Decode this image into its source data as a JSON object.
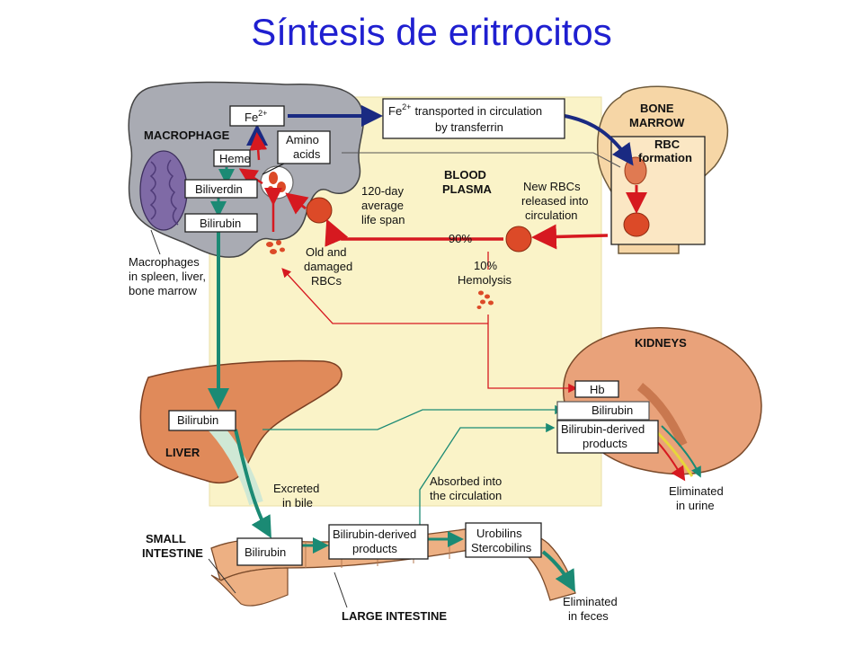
{
  "title": "Síntesis de eritrocitos",
  "labels": {
    "macrophage": "MACROPHAGE",
    "fe": "Fe",
    "fe_sup": "2+",
    "amino_1": "Amino",
    "amino_2": "acids",
    "heme": "Heme",
    "biliverdin": "Biliverdin",
    "bilirubin_mac": "Bilirubin",
    "fe_transport_pre": "Fe",
    "fe_transport_sup": "2+",
    "fe_transport_1": "transported in circulation",
    "fe_transport_2": "by transferrin",
    "bone_marrow_1": "BONE",
    "bone_marrow_2": "MARROW",
    "rbc_formation_1": "RBC",
    "rbc_formation_2": "formation",
    "blood_plasma_1": "BLOOD",
    "blood_plasma_2": "PLASMA",
    "new_rbcs_1": "New RBCs",
    "new_rbcs_2": "released into",
    "new_rbcs_3": "circulation",
    "lifespan_1": "120-day",
    "lifespan_2": "average",
    "lifespan_3": "life span",
    "pct_90": "90%",
    "pct_10": "10%",
    "hemolysis": "Hemolysis",
    "old_rbcs_1": "Old and",
    "old_rbcs_2": "damaged",
    "old_rbcs_3": "RBCs",
    "macrophages_1": "Macrophages",
    "macrophages_2": "in spleen, liver,",
    "macrophages_3": "bone marrow",
    "kidneys": "KIDNEYS",
    "hb": "Hb",
    "bilirubin_kidney": "Bilirubin",
    "bili_derived_k_1": "Bilirubin-derived",
    "bili_derived_k_2": "products",
    "liver": "LIVER",
    "bilirubin_liver": "Bilirubin",
    "excreted_1": "Excreted",
    "excreted_2": "in bile",
    "absorbed_1": "Absorbed into",
    "absorbed_2": "the circulation",
    "eliminated_urine_1": "Eliminated",
    "eliminated_urine_2": "in urine",
    "small_intestine_1": "SMALL",
    "small_intestine_2": "INTESTINE",
    "bilirubin_si": "Bilirubin",
    "bili_derived_i_1": "Bilirubin-derived",
    "bili_derived_i_2": "products",
    "urobilins": "Urobilins",
    "stercobilins": "Stercobilins",
    "large_intestine": "LARGE INTESTINE",
    "eliminated_feces_1": "Eliminated",
    "eliminated_feces_2": "in feces"
  },
  "colors": {
    "title": "#1f1fd0",
    "plasma_bg": "#faf3c8",
    "macrophage": "#a9abb3",
    "bone": "#f6d6a6",
    "kidney": "#e9a27a",
    "liver": "#e08a5a",
    "intestine": "#edb083",
    "rbc": "#dc4a28",
    "arrow_red": "#d61920",
    "arrow_blue": "#1a2a82",
    "arrow_green": "#1b8a74"
  }
}
